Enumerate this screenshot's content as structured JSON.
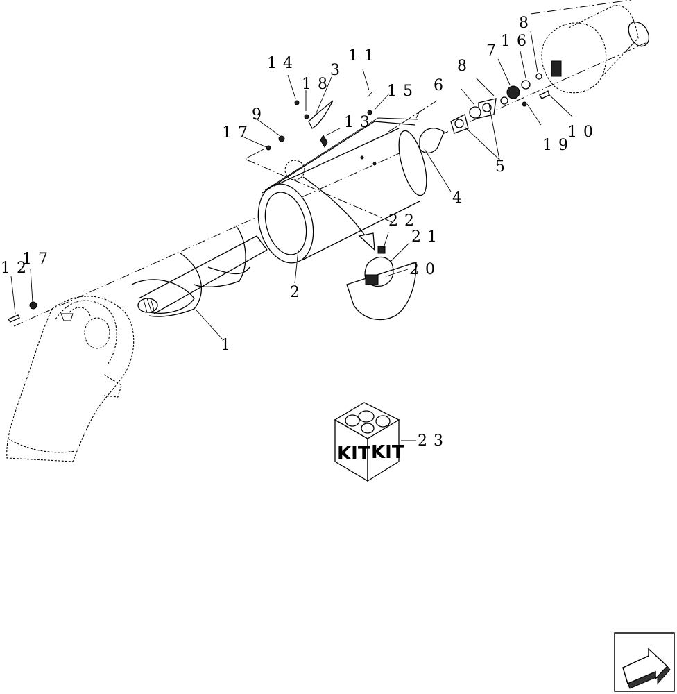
{
  "callouts": {
    "c1": "1",
    "c2": "2",
    "c3": "3",
    "c4": "4",
    "c5": "5",
    "c6": "6",
    "c7": "7",
    "c8a": "8",
    "c8b": "8",
    "c9": "9",
    "c10": "10",
    "c11": "11",
    "c12": "12",
    "c13": "13",
    "c14": "14",
    "c15": "15",
    "c16": "16",
    "c17a": "17",
    "c17b": "17",
    "c18": "18",
    "c19": "19",
    "c20": "20",
    "c21": "21",
    "c22": "22",
    "c23": "23"
  },
  "kit_box": {
    "left_face": "KIT",
    "right_face": "KIT"
  },
  "icons": {
    "orientation": "arrow-icon"
  }
}
